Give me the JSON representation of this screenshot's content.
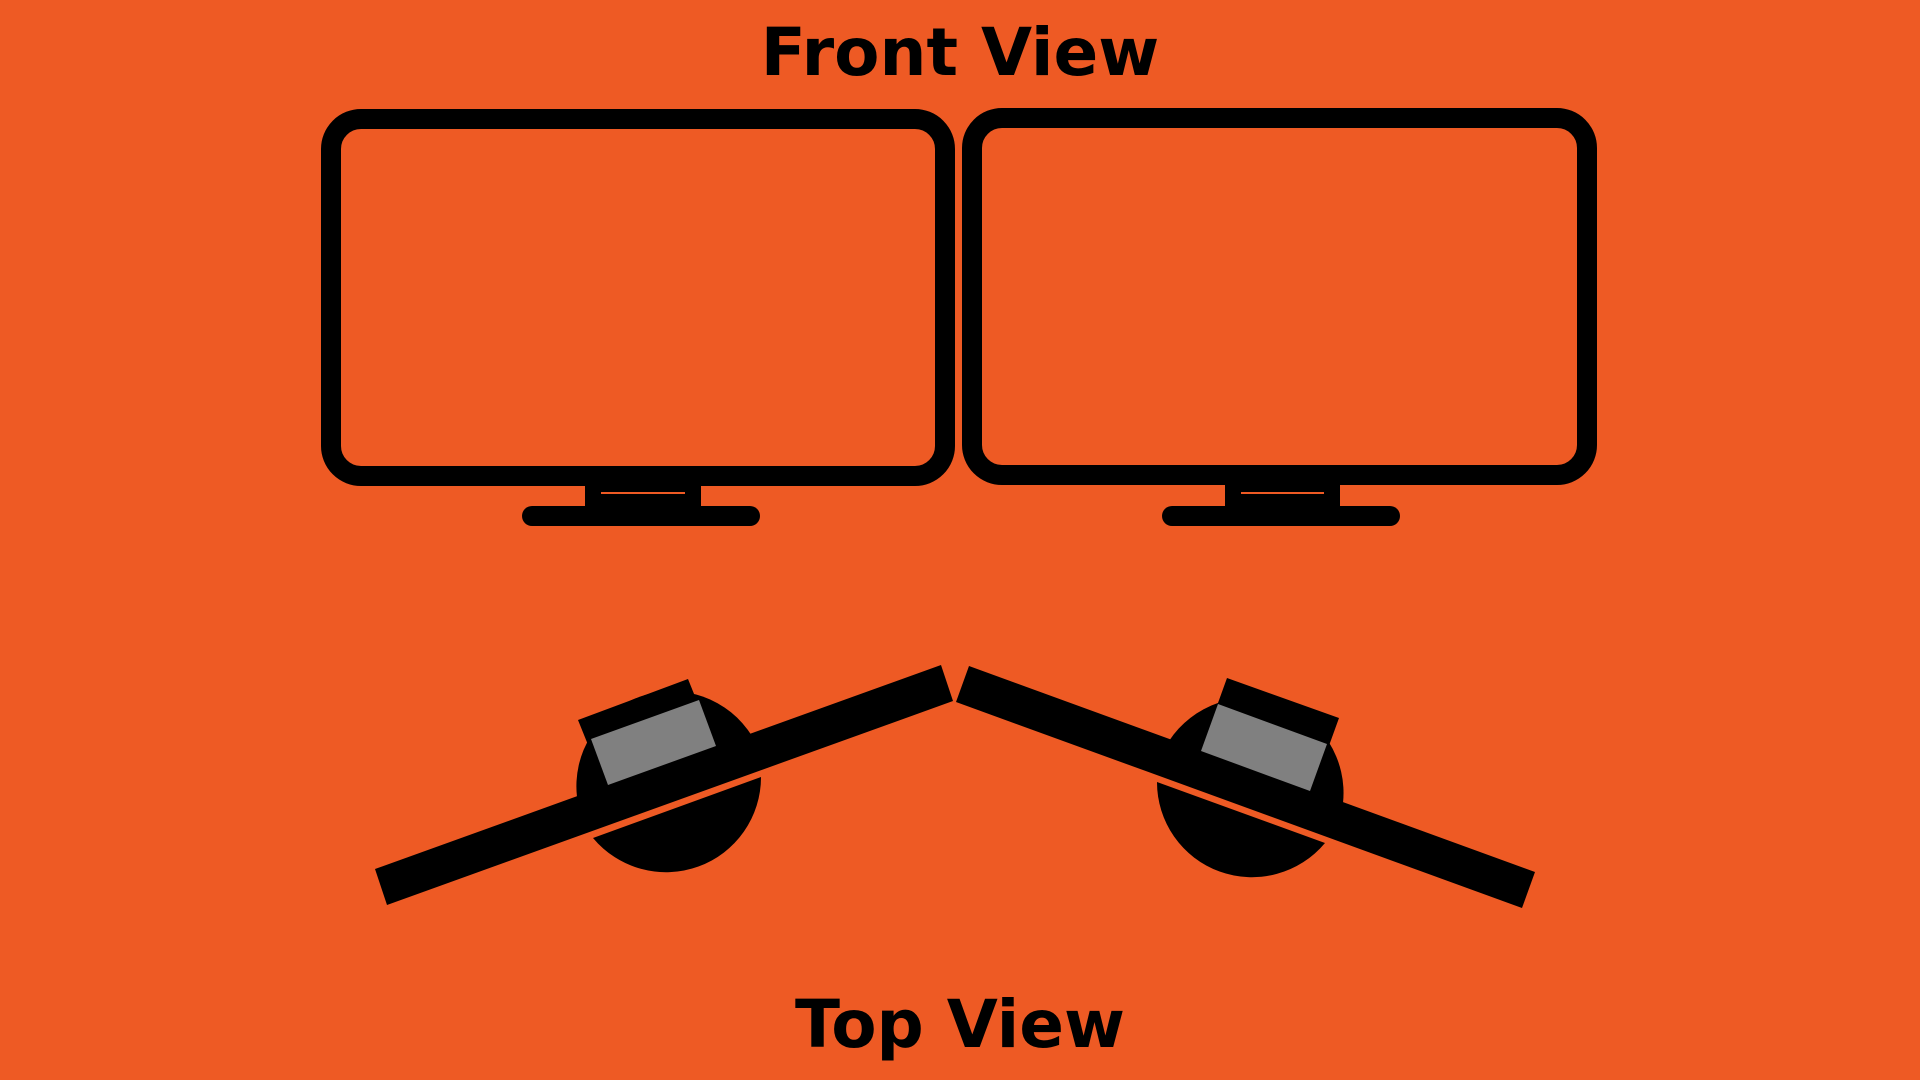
{
  "diagram": {
    "front_view_label": "Front View",
    "top_view_label": "Top View",
    "monitor_count": 2
  },
  "colors": {
    "background": "#EE5A24",
    "outline": "#000000",
    "stand_base": "#808080"
  },
  "icons": {
    "front_monitor": "monitor-outline-icon",
    "top_monitor": "monitor-top-down-icon"
  }
}
